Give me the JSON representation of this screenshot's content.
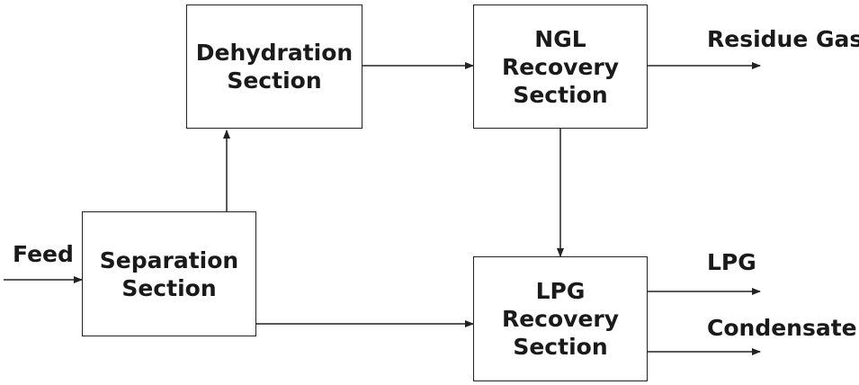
{
  "diagram": {
    "boxes": {
      "dehydration": {
        "label": "Dehydration\nSection"
      },
      "ngl": {
        "label": "NGL\nRecovery\nSection"
      },
      "separation": {
        "label": "Separation\nSection"
      },
      "lpg": {
        "label": "LPG\nRecovery\nSection"
      }
    },
    "streams": {
      "feed": "Feed",
      "residue_gas": "Residue Gas",
      "lpg": "LPG",
      "condensate": "Condensate"
    }
  }
}
